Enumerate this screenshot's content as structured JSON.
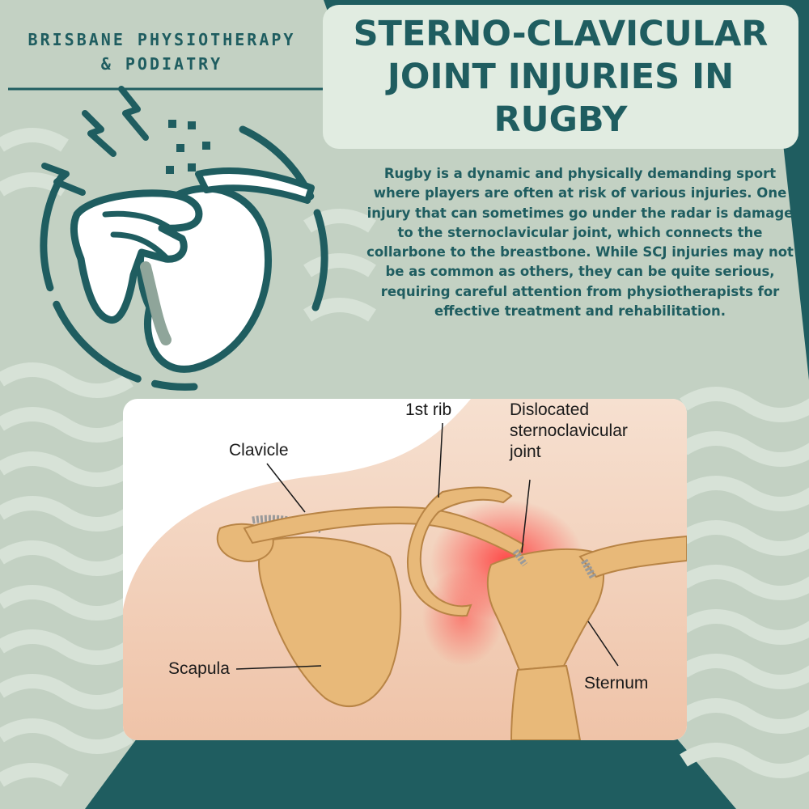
{
  "brand": {
    "line1": "BRISBANE PHYSIOTHERAPY",
    "line2": "& PODIATRY"
  },
  "title": {
    "line1": "STERNO-CLAVICULAR",
    "line2": "JOINT INJURIES IN",
    "line3": "RUGBY"
  },
  "intro": "Rugby is a dynamic and physically demanding sport where players are often at risk of various injuries. One injury that can sometimes go under the radar is damage to the sternoclavicular joint, which connects the collarbone to the breastbone. While SCJ injuries may not be as common as others, they can be quite serious, requiring careful attention from physiotherapists for effective treatment and rehabilitation.",
  "diagram": {
    "labels": {
      "first_rib": "1st rib",
      "dislocated_1": "Dislocated",
      "dislocated_2": "sternoclavicular",
      "dislocated_3": "joint",
      "clavicle": "Clavicle",
      "scapula": "Scapula",
      "sternum": "Sternum"
    }
  },
  "colors": {
    "background": "#c3d1c3",
    "dark_teal": "#1f5d60",
    "title_box": "#e1ece1",
    "wave_light": "#d7e2d7",
    "bone": "#e8b979",
    "skin": "#f3d5c0",
    "injury_glow": "#ff3c3c"
  },
  "icons": {
    "logo": "shoulder-pain-icon"
  }
}
